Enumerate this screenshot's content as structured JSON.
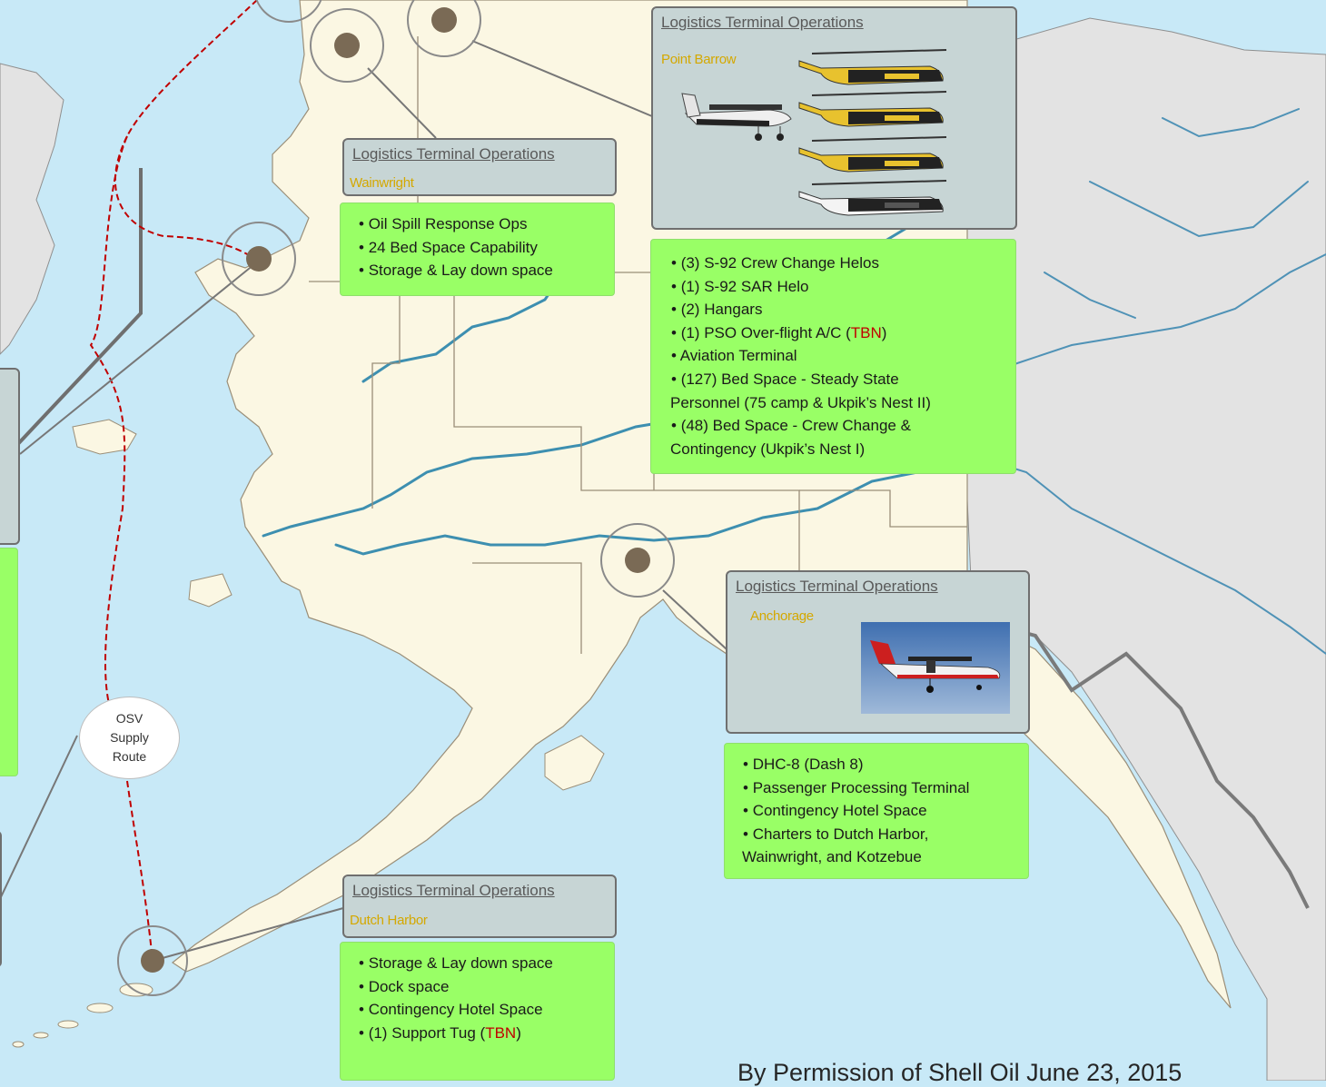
{
  "colors": {
    "ocean": "#c8e9f7",
    "land": "#fbf7e3",
    "canada": "#e3e3e3",
    "river": "#3d8fb0",
    "route": "#c00000",
    "header_bg": "#c7d5d5",
    "bullet_bg": "#99ff66",
    "location_text": "#d4a800",
    "tbn": "#c00000"
  },
  "osv_label": {
    "line1": "OSV",
    "line2": "Supply",
    "line3": "Route"
  },
  "terminals": {
    "point_barrow": {
      "title": "Logistics Terminal Operations",
      "location": "Point Barrow",
      "bullets": [
        "(3) S-92 Crew Change Helos",
        "(1) S-92 SAR Helo",
        "(2) Hangars",
        "(1) PSO Over-flight A/C (",
        "Aviation Terminal",
        "(127) Bed Space - Steady State",
        "Personnel (75 camp & Ukpik’s Nest II)",
        "(48) Bed Space - Crew Change &",
        "Contingency (Ukpik’s Nest I)"
      ],
      "tbn": "TBN",
      "close": ")"
    },
    "wainwright": {
      "title": "Logistics Terminal Operations",
      "location": "Wainwright",
      "bullets": [
        "Oil Spill Response Ops",
        "24 Bed Space Capability",
        "Storage & Lay down space"
      ]
    },
    "anchorage": {
      "title": "Logistics Terminal Operations",
      "location": "Anchorage",
      "bullets": [
        "DHC-8 (Dash 8)",
        "Passenger Processing Terminal",
        "Contingency Hotel Space",
        "Charters to Dutch Harbor,",
        "Wainwright, and Kotzebue"
      ]
    },
    "dutch_harbor": {
      "title": "Logistics Terminal Operations",
      "location": "Dutch Harbor",
      "bullets": [
        "Storage & Lay down space",
        "Dock space",
        "Contingency Hotel Space",
        "(1) Support Tug ("
      ],
      "tbn": "TBN",
      "close": ")"
    }
  },
  "credit": "By Permission of Shell Oil June 23, 2015",
  "icons": [
    "location-marker-icon",
    "helicopter-icon",
    "twin-otter-plane-icon",
    "dash8-plane-icon"
  ]
}
